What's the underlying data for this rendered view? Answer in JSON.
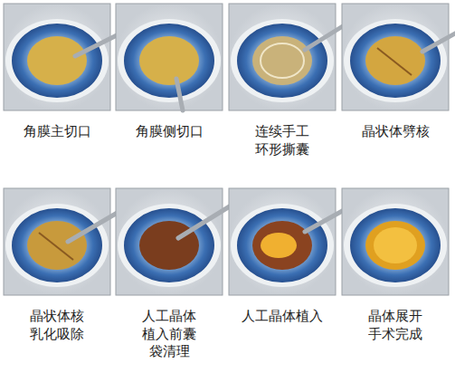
{
  "diagram": {
    "labels": [
      "角膜主切口",
      "角膜侧切口",
      "连续手工环形撕囊",
      "晶状体劈核",
      "晶状体核乳化吸除",
      "人工晶体植入前囊袋清理",
      "人工晶体植入",
      "晶体展开手术完成"
    ]
  }
}
